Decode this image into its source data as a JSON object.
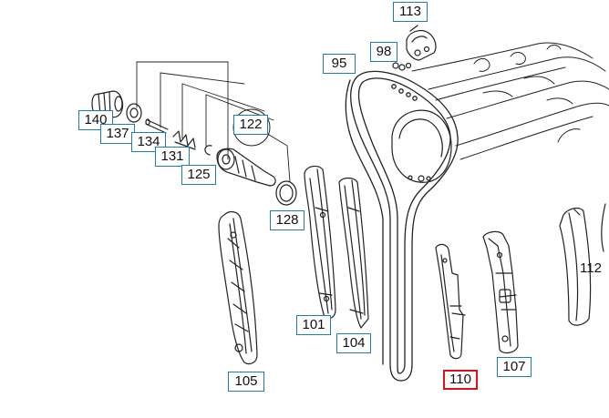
{
  "diagram": {
    "callouts": [
      {
        "id": "113",
        "label": "113",
        "selected": false
      },
      {
        "id": "98",
        "label": "98",
        "selected": false
      },
      {
        "id": "95",
        "label": "95",
        "selected": false
      },
      {
        "id": "140",
        "label": "140",
        "selected": false
      },
      {
        "id": "137",
        "label": "137",
        "selected": false
      },
      {
        "id": "134",
        "label": "134",
        "selected": false
      },
      {
        "id": "131",
        "label": "131",
        "selected": false
      },
      {
        "id": "122",
        "label": "122",
        "selected": false
      },
      {
        "id": "125",
        "label": "125",
        "selected": false
      },
      {
        "id": "128",
        "label": "128",
        "selected": false
      },
      {
        "id": "101",
        "label": "101",
        "selected": false
      },
      {
        "id": "104",
        "label": "104",
        "selected": false
      },
      {
        "id": "105",
        "label": "105",
        "selected": false
      },
      {
        "id": "110",
        "label": "110",
        "selected": true
      },
      {
        "id": "107",
        "label": "107",
        "selected": false
      }
    ],
    "unboxed_label": "112",
    "colors": {
      "callout_border": "#1f7bb6",
      "selected_border": "#d9141c",
      "linework": "#222222"
    }
  }
}
